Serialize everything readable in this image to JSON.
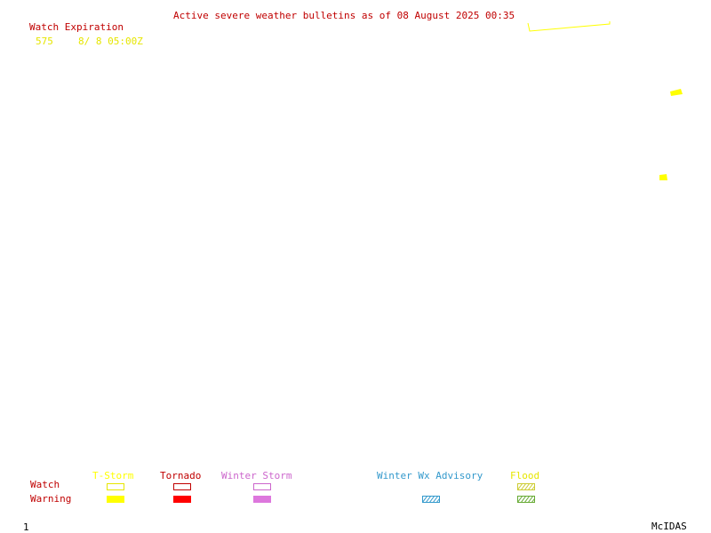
{
  "header": {
    "title": "Active severe weather bulletins as of 08 August 2025 00:35",
    "watch_expiration_label": "Watch Expiration",
    "watch_number": "575",
    "watch_expires": "8/ 8 05:00Z"
  },
  "legend": {
    "row_labels": {
      "watch": "Watch",
      "warning": "Warning"
    },
    "categories": [
      {
        "label": "T-Storm",
        "color": "#ffff00",
        "watch_style": "outline",
        "warning_style": "solid"
      },
      {
        "label": "Tornado",
        "color": "#ff0000",
        "watch_style": "outline",
        "warning_style": "solid"
      },
      {
        "label": "Winter Storm",
        "color": "#dd77dd",
        "watch_style": "outline",
        "warning_style": "solid"
      },
      {
        "label": "Winter Wx Advisory",
        "color": "#3399cc",
        "watch_style": "none",
        "warning_style": "hatched"
      },
      {
        "label": "Flood",
        "color": "#cccc33",
        "watch_style": "hatched",
        "warning_style": "hatched-green"
      }
    ]
  },
  "footer": {
    "frame_number": "1",
    "brand": "McIDAS"
  }
}
